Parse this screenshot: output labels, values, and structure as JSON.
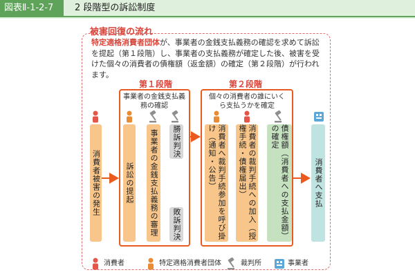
{
  "header": {
    "figure_label": "図表Ⅱ-1-2-7",
    "title": "2 段階型の訴訟制度"
  },
  "section_title": "被害回復の流れ",
  "intro": {
    "highlight": "特定適格消費者団体",
    "text": "が、事業者の金銭支払義務の確認を求めて訴訟を提起（第１段階）し、事業者の支払義務が確定した後、被害を受けた個々の消費者の債権額（返金額）の確定（第２段階）が行われます。"
  },
  "stage1": {
    "heading": "第１段階",
    "subtitle": "事業者の金銭支払義務の確認"
  },
  "stage2": {
    "heading": "第２段階",
    "subtitle": "個々の消費者の誰にいくら支払うかを確定"
  },
  "columns": {
    "damage": "消費者被害の発生",
    "suit": "訴訟の提起",
    "trial": "事業者の金銭支払義務の審理",
    "win": "勝訴判決",
    "lose": "敗訴判決",
    "notify": "消費者へ裁判手続参加を呼び掛け（通知・公告）",
    "join": "消費者の裁判手続への加入（授権手続・債権届出）",
    "claim": "債権額（消費者への支払金額）の確定",
    "pay": "消費者へ支払"
  },
  "legend": {
    "consumer": "消費者",
    "group": "特定適格消費者団体",
    "court": "裁判所",
    "business": "事業者"
  },
  "colors": {
    "accent_green": "#5fa35a",
    "accent_red": "#d9443a",
    "box_border": "#ea5a1e",
    "orange_fill": "#f8c68a",
    "gray_fill": "#d8d8d8",
    "green_fill": "#c5e1c0",
    "teal_fill": "#bfe3e0"
  }
}
